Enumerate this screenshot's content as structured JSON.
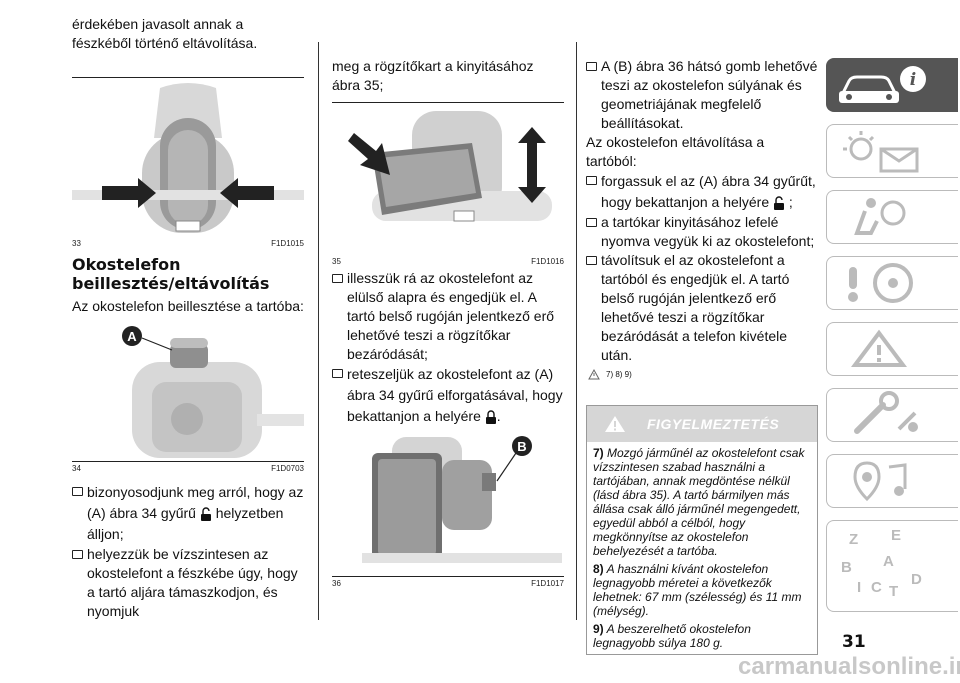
{
  "col1": {
    "intro": "érdekében javasolt annak a fészkéből történő eltávolítása.",
    "fig33": {
      "num": "33",
      "code": "F1D1015"
    },
    "heading": "Okostelefon beillesztés/eltávolítás",
    "sub": "Az okostelefon beillesztése a tartóba:",
    "fig34": {
      "num": "34",
      "code": "F1D0703",
      "letter": "A"
    },
    "bullet1_a": "bizonyosodjunk meg arról, hogy az (A) ábra 34 gyűrű",
    "bullet1_b": "helyzetben álljon;",
    "bullet2": "helyezzük be vízszintesen az okostelefont a fészkébe úgy, hogy a tartó aljára támaszkodjon, és nyomjuk"
  },
  "col2": {
    "intro": "meg a rögzítőkart a kinyitásához ábra 35;",
    "fig35": {
      "num": "35",
      "code": "F1D1016"
    },
    "bullet1": "illesszük rá az okostelefont az elülső alapra és engedjük el. A tartó belső rugóján jelentkező erő lehetővé teszi a rögzítőkar bezáródását;",
    "bullet2_a": "reteszeljük az okostelefont az (A) ábra 34 gyűrű elforgatásával, hogy bekattanjon a helyére",
    "bullet2_b": ".",
    "fig36": {
      "num": "36",
      "code": "F1D1017",
      "letter": "B"
    }
  },
  "col3": {
    "b1": "A (B) ábra 36 hátsó gomb lehetővé teszi az okostelefon súlyának és geometriájának megfelelő beállításokat.",
    "p2": "Az okostelefon eltávolítása a tartóból:",
    "b2_a": "forgassuk el az (A) ábra 34 gyűrűt, hogy bekattanjon a helyére",
    "b2_b": ";",
    "b3": "a tartókar kinyitásához lefelé nyomva vegyük ki az okostelefont;",
    "b4": "távolítsuk el az okostelefont a tartóból és engedjük el. A tartó belső rugóján jelentkező erő lehetővé teszi a rögzítőkar bezáródását a telefon kivétele után.",
    "refs": "7) 8) 9)",
    "warning": {
      "title": "FIGYELMEZTETÉS",
      "n7": "7)",
      "t7": "Mozgó járműnél az okostelefont csak vízszintesen szabad használni a tartójában, annak megdöntése nélkül (lásd ábra 35). A tartó bármilyen más állása csak álló járműnél megengedett, egyedül abból a célból, hogy megkönnyítse az okostelefon behelyezését a tartóba.",
      "n8": "8)",
      "t8": "A használni kívánt okostelefon legnagyobb méretei a következők lehetnek: 67 mm (szélesség) és 11 mm (mélység).",
      "n9": "9)",
      "t9": "A beszerelhető okostelefon legnagyobb súlya 180 g."
    }
  },
  "page_number": "31",
  "footer": "carmanualsonline.info",
  "sidebar_tabs": [
    "car-info-icon",
    "warning-lights-icon",
    "safety-airbag-icon",
    "driving-steering-icon",
    "emergency-icon",
    "maintenance-icon",
    "multimedia-icon",
    "index-icon"
  ],
  "index_letters": [
    "Z",
    "E",
    "B",
    "A",
    "I",
    "C",
    "T",
    "D"
  ]
}
